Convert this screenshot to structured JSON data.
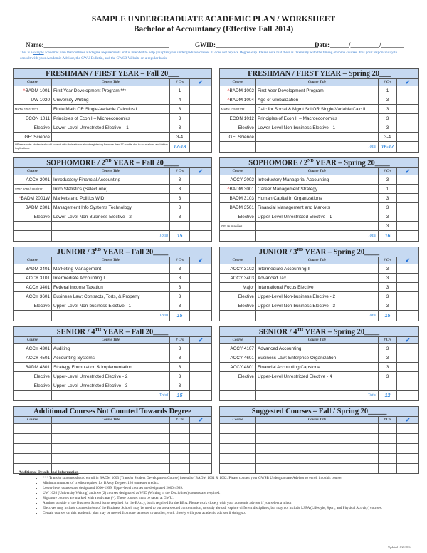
{
  "header": {
    "title": "SAMPLE UNDERGRADUATE ACADEMIC PLAN / WORKSHEET",
    "subtitle": "Bachelor of Accountancy (Effective Fall 2014)",
    "name_label": "Name:_______________________________________",
    "gwid_label": "GWID:________________________________",
    "date_label": "Date:______/_________/_______",
    "disclaimer_pre": "This is a ",
    "disclaimer_em": "sample",
    "disclaimer_post": " academic plan that outlines all degree requirements and is intended to help you plan your undergraduate classes. It does not replace DegreeMap.  Please note that there is flexibility with the timing of some courses.  It is your responsibility to consult with your Academic Advisor, the GWU Bulletin, and the GWSB Website on a regular basis."
  },
  "columns": {
    "course": "Course",
    "title": "Course Title",
    "crs": "# Crs",
    "check": "✔"
  },
  "colors": {
    "header_bg": "#c6d9f1",
    "accent": "#3c8ee0",
    "caret": "#e03030"
  },
  "sections": [
    {
      "title": "FRESHMAN / FIRST YEAR – Fall 20___",
      "sup": "",
      "rows": [
        {
          "caret": true,
          "course": "BADM 1001",
          "title": "First Year Development Program ***",
          "crs": "1"
        },
        {
          "course": "UW 1020",
          "title": "University Writing",
          "crs": "4"
        },
        {
          "course": "MATH 1051/1231",
          "small": true,
          "title": "Finite Math OR Single-Variable Calculus I",
          "crs": "3"
        },
        {
          "course": "ECON 1011",
          "title": "Principles of Econ I – Microeconomics",
          "crs": "3"
        },
        {
          "course": "Elective",
          "title": "Lower-Level Unrestricted Elective – 1",
          "crs": "3"
        },
        {
          "course": "GE: Science",
          "title": "",
          "crs": "3-4"
        }
      ],
      "note": "**Please note: students should consult with their advisor about registering for more than 17 credits due to courseload and tuition implications.",
      "total": "17-18"
    },
    {
      "title": "FRESHMAN / FIRST YEAR – Spring 20___",
      "sup": "",
      "rows": [
        {
          "caret": true,
          "course": "BADM 1002",
          "title": "First Year Development Program",
          "crs": "1"
        },
        {
          "caret": true,
          "course": "BADM 1004",
          "title": "Age of Globalization",
          "crs": "3"
        },
        {
          "course": "MATH 1252/1232",
          "small": true,
          "title": "Calc for Social & Mgmt Sci OR Single-Variable Calc II",
          "crs": "3"
        },
        {
          "course": "ECON 1012",
          "title": "Principles of Econ II – Macroeconomics",
          "crs": "3"
        },
        {
          "course": "Elective",
          "title": "Lower-Level Non-business Elective - 1",
          "crs": "3"
        },
        {
          "course": "GE: Science",
          "title": "",
          "crs": "3-4"
        }
      ],
      "total_label": "Total",
      "total": "16-17"
    },
    {
      "title": "SOPHOMORE / 2",
      "sup": "ND",
      "title_end": " YEAR – Fall 20____",
      "rows": [
        {
          "course": "ACCY 2001",
          "title": "Introductory Financial Accounting",
          "crs": "3"
        },
        {
          "course": "STAT 1051/1053/1111",
          "small": true,
          "title": "Intro Statistics (Select one)",
          "crs": "3"
        },
        {
          "caret": true,
          "course": "BADM 2001W",
          "title": "Markets and Politics WID",
          "crs": "3"
        },
        {
          "course": "BADM 2301",
          "title": "Management Info Systems Technology",
          "crs": "3"
        },
        {
          "course": "Elective",
          "title": "Lower-Level Non-Business Elective - 2",
          "crs": "3"
        },
        {
          "course": "",
          "title": "",
          "crs": ""
        }
      ],
      "total_label": "Total",
      "total": "15"
    },
    {
      "title": "SOPHOMORE / 2",
      "sup": "ND",
      "title_end": " YEAR – Spring 20____",
      "rows": [
        {
          "course": "ACCY 2002",
          "title": "Introductory Managerial Accounting",
          "crs": "3"
        },
        {
          "caret": true,
          "course": "BADM 3001",
          "title": "Career Management Strategy",
          "crs": "1"
        },
        {
          "course": "BADM 3103",
          "title": "Human Capital in Organizations",
          "crs": "3"
        },
        {
          "course": "BADM 3501",
          "title": "Financial Management and Markets",
          "crs": "3"
        },
        {
          "course": "Elective",
          "title": "Upper-Level Unrestricted Elective - 1",
          "crs": "3"
        },
        {
          "course": "GE: Humanities",
          "small": true,
          "title": "",
          "crs": "3"
        }
      ],
      "total_label": "Total",
      "total": "16"
    },
    {
      "title": "JUNIOR / 3",
      "sup": "RD",
      "title_end": " YEAR – Fall 20____",
      "rows": [
        {
          "course": "BADM 3401",
          "title": "Marketing Management",
          "crs": "3"
        },
        {
          "course": "ACCY 3101",
          "title": "Intermediate Accounting I",
          "crs": "3"
        },
        {
          "course": "ACCY 3401",
          "title": "Federal Income Taxation",
          "crs": "3"
        },
        {
          "course": "ACCY 3601",
          "title": "Business Law: Contracts, Torts, & Property",
          "crs": "3"
        },
        {
          "course": "Elective",
          "title": "Upper-Level Non-business Elective - 1",
          "crs": "3"
        }
      ],
      "total_label": "Total",
      "total": "15"
    },
    {
      "title": "JUNIOR / 3",
      "sup": "RD",
      "title_end": " YEAR – Spring 20____",
      "rows": [
        {
          "course": "ACCY 3102",
          "title": "Intermediate Accounting II",
          "crs": "3"
        },
        {
          "course": "ACCY 3403",
          "title": "Advanced Tax",
          "crs": "3"
        },
        {
          "course": "Major",
          "title": "International Focus Elective",
          "crs": "3"
        },
        {
          "course": "Elective",
          "title": "Upper-Level Non-business Elective - 2",
          "crs": "3"
        },
        {
          "course": "Elective",
          "title": "Upper-Level Non-business Elective - 3",
          "crs": "3"
        }
      ],
      "total_label": "Total",
      "total": "15"
    },
    {
      "title": "SENIOR / 4",
      "sup": "TH",
      "title_end": " YEAR – Fall 20____",
      "rows": [
        {
          "course": "ACCY 4301",
          "title": "Auditing",
          "crs": "3"
        },
        {
          "course": "ACCY 4501",
          "title": "Accounting Systems",
          "crs": "3"
        },
        {
          "course": "BADM 4801",
          "title": "Strategy Formulation & Implementation",
          "crs": "3"
        },
        {
          "course": "Elective",
          "title": "Upper-Level Unrestricted Elective - 2",
          "crs": "3"
        },
        {
          "course": "Elective",
          "title": "Upper-Level Unrestricted Elective - 3",
          "crs": "3"
        }
      ],
      "total_label": "Total",
      "total": "15"
    },
    {
      "title": "SENIOR / 4",
      "sup": "TH",
      "title_end": " YEAR – Spring 20____",
      "rows": [
        {
          "course": "ACCY 4107",
          "title": "Advanced Accounting",
          "crs": "3"
        },
        {
          "course": "ACCY 4601",
          "title": "Business Law: Enterprise Organization",
          "crs": "3"
        },
        {
          "course": "ACCY 4801",
          "title": "Financial Accounting Capstone",
          "crs": "3"
        },
        {
          "course": "Elective",
          "title": "Upper-Level Unrestricted Elective - 4",
          "crs": "3"
        },
        {
          "course": "",
          "title": "",
          "crs": ""
        }
      ],
      "total_label": "Total",
      "total": "12"
    },
    {
      "title": "Additional Courses Not Counted Towards Degree",
      "sup": "",
      "blank_rows": 5
    },
    {
      "title": "Suggested Courses –  Fall  /  Spring  20_____",
      "sup": "",
      "blank_rows": 5
    }
  ],
  "details": {
    "heading": "Additional Details and Information",
    "items": [
      "*** Transfer students should enroll in BADM 1003 (Transfer Student Development Course) instead of BADM 1001 & 1002. Please contact your GWSB Undergraduate Advisor to enroll into this course.",
      "Minimum number of credits required for BAccy Degree:  120 semester credits.",
      "Lower-level courses are designated 1000-1999.  Upper-level courses are designated 2000-4999.",
      "UW 1020 (University Writing) and two (2) courses designated as WID (Writing in the Disciplines) courses are required.",
      "Signature courses are marked with a red carat (^).  These courses must be taken at GWU.",
      "A minor outside of the Business School is not required for the BAccy, but is required for the BBA. Please work closely with your academic advisor if you select a minor.",
      "Electives may include courses in/out of the Business School, may be used to pursue a second concentration, to study abroad, explore different disciplines, but may not include LSPA (Lifestyle, Sport, and Physical Activity) courses.",
      "Certain courses on this academic plan may be moved from one semester to another; work closely with your academic advisor if doing so."
    ],
    "updated": "Updated 10/21/2014"
  }
}
